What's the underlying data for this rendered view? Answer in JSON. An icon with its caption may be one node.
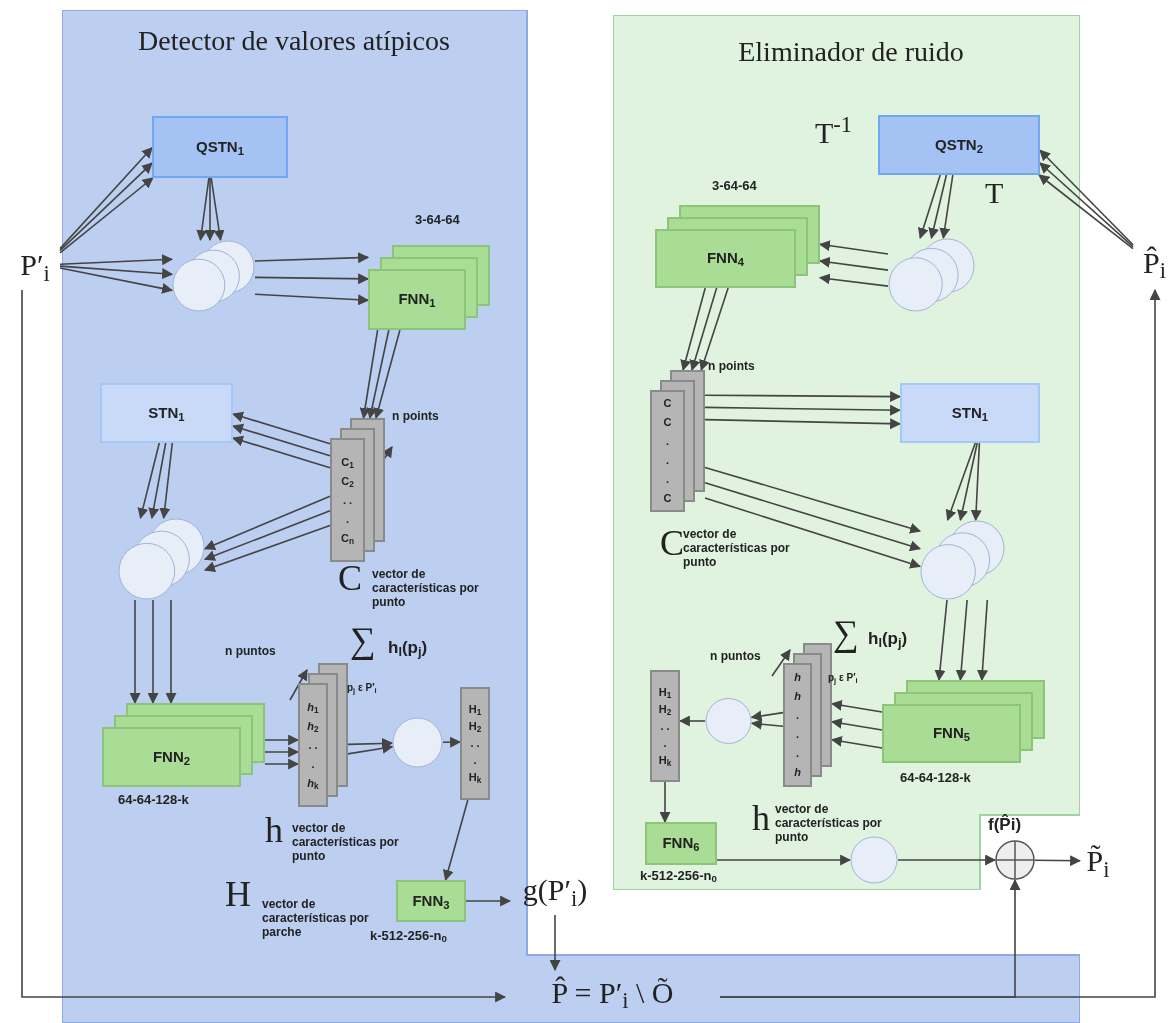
{
  "diagram": {
    "nodes": [
      {
        "text": [
          "Detector de valores atípicos"
        ]
      },
      {
        "text": [
          "QSTN$_{1}$"
        ],
        "in": 0
      },
      {
        "text": [],
        "shape": "circle",
        "in": 0
      },
      {
        "text": [
          "FNN$_{1}$"
        ],
        "in": 0,
        "beside": [
          "3-64-64"
        ]
      },
      {
        "text": [
          "C$_{1}$ C$_{2}$ . . . C$_{n}$"
        ],
        "in": 0,
        "beside": [
          "n points",
          "C",
          "vector de características por punto"
        ]
      },
      {
        "text": [
          "STN$_{1}$"
        ],
        "in": 0
      },
      {
        "text": [],
        "shape": "circle",
        "in": 0
      },
      {
        "text": [
          "FNN$_{2}$"
        ],
        "in": 0,
        "beside": [
          "64-64-128-k"
        ]
      },
      {
        "text": [
          "*h*$_{1}$ *h*$_{2}$ . . . *h*$_{k}$"
        ],
        "in": 0,
        "beside": [
          "n puntos"
        ]
      },
      {
        "text": [],
        "shape": "circle",
        "in": 0
      },
      {
        "text": [
          "H$_{1}$ H$_{2}$ . . . H$_{k}$"
        ],
        "in": 0
      },
      {
        "text": [
          "FNN$_{3}$"
        ],
        "in": 0,
        "beside": [
          "k-512-256-n$_{0}$"
        ]
      },
      {
        "text": [
          "g(P′$_{i}$)"
        ]
      },
      {
        "text": [
          "P′$_{i}$"
        ]
      },
      {
        "text": [
          "P̂ = P′$_{i}$ \\ Õ"
        ],
        "in": 0
      },
      {
        "text": [
          "Eliminador de ruido"
        ]
      },
      {
        "text": [
          "QSTN$_{2}$"
        ],
        "in": 15
      },
      {
        "text": [],
        "shape": "circle",
        "in": 15
      },
      {
        "text": [
          "FNN$_{4}$"
        ],
        "in": 15,
        "beside": [
          "3-64-64"
        ]
      },
      {
        "text": [
          "C C . . . C"
        ],
        "in": 15,
        "beside": [
          "n points",
          "C",
          "vector de características por punto"
        ]
      },
      {
        "text": [
          "STN$_{1}$"
        ],
        "in": 15
      },
      {
        "text": [],
        "shape": "circle",
        "in": 15
      },
      {
        "text": [
          "FNN$_{5}$"
        ],
        "in": 15,
        "beside": [
          "64-64-128-k"
        ]
      },
      {
        "text": [
          "*h* *h* . . . *h*"
        ],
        "in": 15,
        "beside": [
          "n puntos"
        ]
      },
      {
        "text": [],
        "shape": "circle",
        "in": 15
      },
      {
        "text": [
          "H$_{1}$ H$_{2}$ . . . H$_{k}$"
        ],
        "in": 15
      },
      {
        "text": [
          "FNN$_{6}$"
        ],
        "in": 15,
        "beside": [
          "k-512-256-n$_{0}$"
        ]
      },
      {
        "text": [],
        "shape": "circle",
        "in": 15
      },
      {
        "text": [],
        "shape": "circle",
        "beside": [
          "f(P̂i)"
        ]
      },
      {
        "text": [
          "P̂$_{i}$"
        ]
      },
      {
        "text": [
          "P̃$_{i}$"
        ]
      }
    ],
    "edges": [
      {
        "from": 13,
        "to": 1,
        "arrow": "to"
      },
      {
        "from": 13,
        "to": 1,
        "arrow": "to"
      },
      {
        "from": 13,
        "to": 1,
        "arrow": "to"
      },
      {
        "from": 13,
        "to": 2,
        "arrow": "to"
      },
      {
        "from": 13,
        "to": 2,
        "arrow": "to"
      },
      {
        "from": 13,
        "to": 2,
        "arrow": "to"
      },
      {
        "from": 1,
        "to": 2,
        "arrow": "to"
      },
      {
        "from": 1,
        "to": 2,
        "arrow": "to"
      },
      {
        "from": 1,
        "to": 2,
        "arrow": "to"
      },
      {
        "from": 2,
        "to": 3,
        "arrow": "to"
      },
      {
        "from": 2,
        "to": 3,
        "arrow": "to"
      },
      {
        "from": 2,
        "to": 3,
        "arrow": "to"
      },
      {
        "from": 3,
        "to": 4,
        "arrow": "to"
      },
      {
        "from": 3,
        "to": 4,
        "arrow": "to"
      },
      {
        "from": 3,
        "to": 4,
        "arrow": "to"
      },
      {
        "from": 4,
        "to": 5,
        "arrow": "to"
      },
      {
        "from": 4,
        "to": 5,
        "arrow": "to"
      },
      {
        "from": 4,
        "to": 5,
        "arrow": "to"
      },
      {
        "from": 5,
        "to": 6,
        "arrow": "to"
      },
      {
        "from": 5,
        "to": 6,
        "arrow": "to"
      },
      {
        "from": 5,
        "to": 6,
        "arrow": "to"
      },
      {
        "from": 4,
        "to": 6,
        "arrow": "to"
      },
      {
        "from": 4,
        "to": 6,
        "arrow": "to"
      },
      {
        "from": 4,
        "to": 6,
        "arrow": "to"
      },
      {
        "from": 6,
        "to": 7,
        "arrow": "to"
      },
      {
        "from": 6,
        "to": 7,
        "arrow": "to"
      },
      {
        "from": 6,
        "to": 7,
        "arrow": "to"
      },
      {
        "from": 7,
        "to": 8,
        "arrow": "to"
      },
      {
        "from": 7,
        "to": 8,
        "arrow": "to"
      },
      {
        "from": 7,
        "to": 8,
        "arrow": "to"
      },
      {
        "from": 8,
        "to": 9,
        "arrow": "to"
      },
      {
        "from": 8,
        "to": 9,
        "arrow": "to"
      },
      {
        "from": 9,
        "to": 10,
        "arrow": "to"
      },
      {
        "from": 10,
        "to": 11,
        "arrow": "to"
      },
      {
        "from": 11,
        "to": 12,
        "arrow": "to"
      },
      {
        "from": 12,
        "to": 14,
        "arrow": "to"
      },
      {
        "from": 13,
        "to": 14,
        "arrow": "to"
      },
      {
        "from": 14,
        "to": 28,
        "arrow": "to"
      },
      {
        "from": 14,
        "to": 29,
        "arrow": "to"
      },
      {
        "from": 29,
        "to": 16,
        "arrow": "to"
      },
      {
        "from": 29,
        "to": 16,
        "arrow": "to"
      },
      {
        "from": 29,
        "to": 16,
        "arrow": "to"
      },
      {
        "from": 16,
        "to": 17,
        "arrow": "to"
      },
      {
        "from": 16,
        "to": 17,
        "arrow": "to"
      },
      {
        "from": 16,
        "to": 17,
        "arrow": "to"
      },
      {
        "from": 17,
        "to": 18,
        "arrow": "to"
      },
      {
        "from": 17,
        "to": 18,
        "arrow": "to"
      },
      {
        "from": 17,
        "to": 18,
        "arrow": "to"
      },
      {
        "from": 18,
        "to": 19,
        "arrow": "to"
      },
      {
        "from": 18,
        "to": 19,
        "arrow": "to"
      },
      {
        "from": 18,
        "to": 19,
        "arrow": "to"
      },
      {
        "from": 19,
        "to": 20,
        "arrow": "to"
      },
      {
        "from": 19,
        "to": 20,
        "arrow": "to"
      },
      {
        "from": 19,
        "to": 20,
        "arrow": "to"
      },
      {
        "from": 20,
        "to": 21,
        "arrow": "to"
      },
      {
        "from": 20,
        "to": 21,
        "arrow": "to"
      },
      {
        "from": 20,
        "to": 21,
        "arrow": "to"
      },
      {
        "from": 19,
        "to": 21,
        "arrow": "to"
      },
      {
        "from": 19,
        "to": 21,
        "arrow": "to"
      },
      {
        "from": 19,
        "to": 21,
        "arrow": "to"
      },
      {
        "from": 21,
        "to": 22,
        "arrow": "to"
      },
      {
        "from": 21,
        "to": 22,
        "arrow": "to"
      },
      {
        "from": 21,
        "to": 22,
        "arrow": "to"
      },
      {
        "from": 22,
        "to": 23,
        "arrow": "to"
      },
      {
        "from": 22,
        "to": 23,
        "arrow": "to"
      },
      {
        "from": 22,
        "to": 23,
        "arrow": "to"
      },
      {
        "from": 23,
        "to": 24,
        "arrow": "to"
      },
      {
        "from": 23,
        "to": 24,
        "arrow": "to"
      },
      {
        "from": 24,
        "to": 25,
        "arrow": "to"
      },
      {
        "from": 25,
        "to": 26,
        "arrow": "to"
      },
      {
        "from": 26,
        "to": 27,
        "arrow": "to"
      },
      {
        "from": 27,
        "to": 28,
        "arrow": "to"
      },
      {
        "from": 28,
        "to": 30,
        "arrow": "to"
      }
    ],
    "labels": [
      "∑",
      "h$_{l}$(p$_{j}$)",
      "p$_{j}$ ε P′$_{i}$",
      "h",
      "vector de características por punto",
      "H",
      "vector de características por parche",
      "T$^{-1}$",
      "T",
      "∑",
      "h$_{l}$(p$_{j}$)",
      "p$_{j}$ ε P′$_{i}$",
      "h",
      "vector de características por punto"
    ]
  }
}
